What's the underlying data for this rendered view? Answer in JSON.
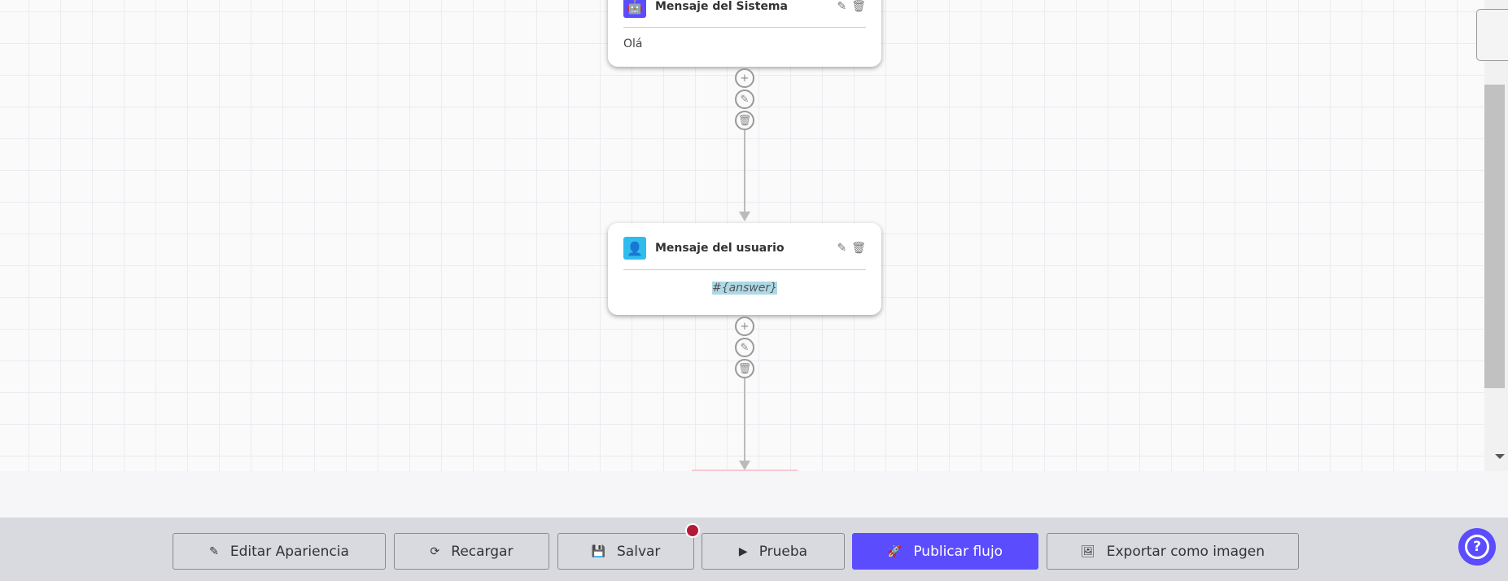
{
  "nodes": [
    {
      "title": "Mensaje del Sistema",
      "icon": "robot-icon",
      "icon_color": "#5b4cfd",
      "text": "Olá"
    },
    {
      "title": "Mensaje del usuario",
      "icon": "user-icon",
      "icon_color": "#30bced",
      "text": "#{answer}",
      "text_highlight": "#add8e6"
    }
  ],
  "toolbar": {
    "edit_appearance": "Editar Apariencia",
    "reload": "Recargar",
    "save": "Salvar",
    "test": "Prueba",
    "publish": "Publicar flujo",
    "export": "Exportar como imagen",
    "unsaved_indicator_color": "#b5193a",
    "accent": "#5b4cfd"
  },
  "help": "?"
}
